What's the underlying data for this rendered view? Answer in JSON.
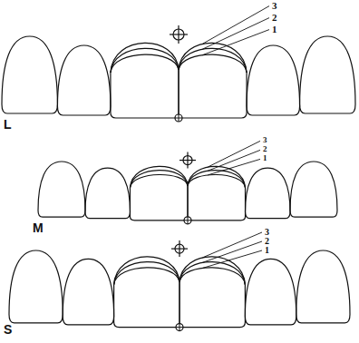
{
  "diagram": {
    "labels": [
      "3",
      "2",
      "1",
      "L",
      "3",
      "2",
      "1",
      "M",
      "3",
      "2",
      "1",
      "S"
    ]
  }
}
